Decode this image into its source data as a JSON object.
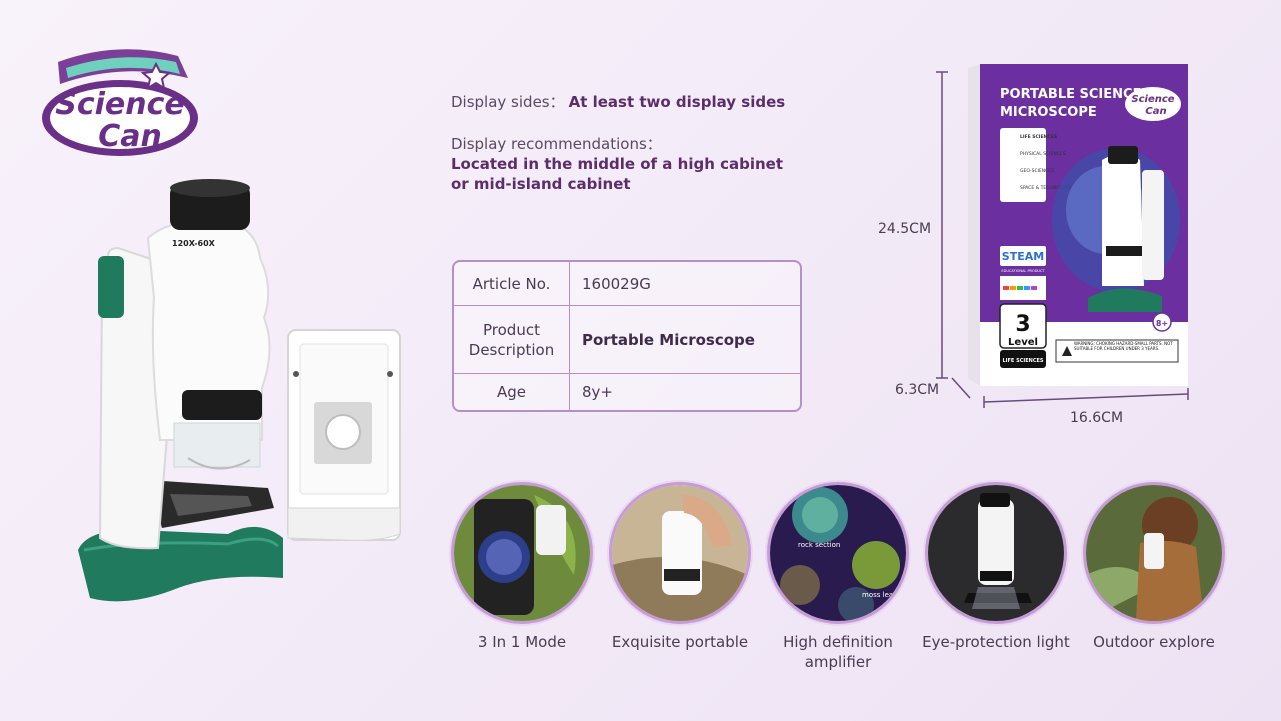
{
  "brand": {
    "logo_line1": "Science",
    "logo_line2": "Can"
  },
  "display": {
    "sides_label": "Display sides：",
    "sides_value": "At least two display sides",
    "recommendation_label": "Display recommendations：",
    "recommendation_value": "Located in the middle of a high cabinet or mid-island cabinet"
  },
  "spec_table": [
    {
      "label": "Article No.",
      "value": "160029G"
    },
    {
      "label": "Product Description",
      "value": "Portable Microscope"
    },
    {
      "label": "Age",
      "value": "8y+"
    }
  ],
  "product": {
    "magnification_label": "120X-60X"
  },
  "package": {
    "title_line1": "PORTABLE SCIENCE",
    "title_line2": "MICROSCOPE",
    "logo_line1": "Science",
    "logo_line2": "Can",
    "categories": [
      "LIFE SCIENCES",
      "PHYSICAL SCIENCES",
      "GEO-SCIENCES",
      "SPACE & TECHNOLOGY"
    ],
    "steam_label": "STEAM",
    "steam_sub": "EDUCATIONAL PRODUCT",
    "level_number": "3",
    "level_word": "Level",
    "level_category": "LIFE SCIENCES",
    "age_badge": "8+",
    "warning": "WARNING: CHOKING HAZARD-SMALL PARTS. NOT SUITABLE FOR CHILDREN UNDER 3 YEARS.",
    "dim_height": "24.5CM",
    "dim_depth": "6.3CM",
    "dim_width": "16.6CM"
  },
  "features": [
    {
      "label": "3 In 1 Mode"
    },
    {
      "label": "Exquisite portable"
    },
    {
      "label": "High definition amplifier",
      "tag1": "rock section",
      "tag2": "moss leave"
    },
    {
      "label": "Eye-protection light"
    },
    {
      "label": "Outdoor explore"
    }
  ],
  "colors": {
    "brand_purple": "#6a2f86",
    "accent_teal": "#1f7a5e",
    "outline": "#b78fc8"
  }
}
